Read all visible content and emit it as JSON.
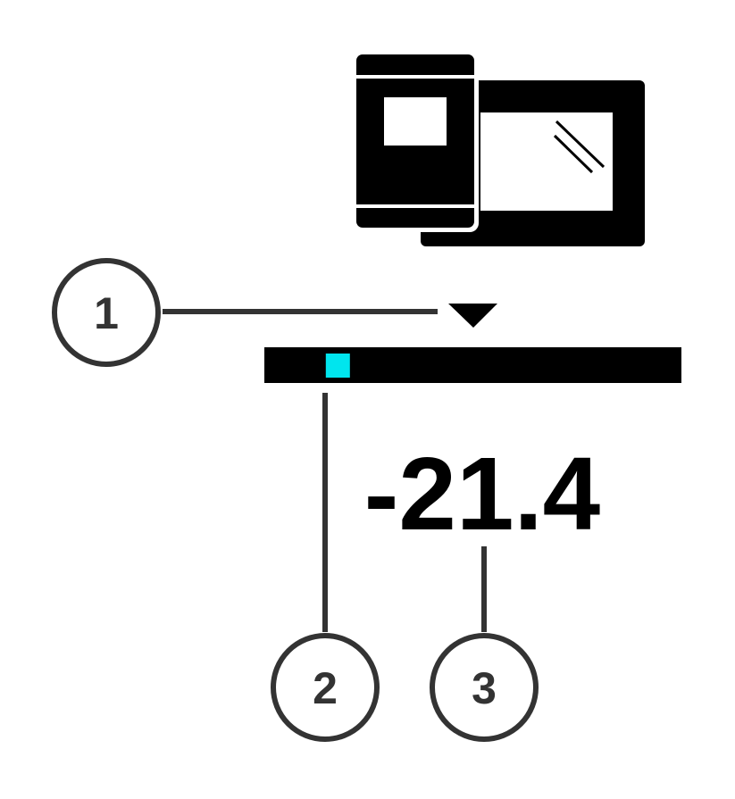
{
  "colors": {
    "ink": "#000000",
    "line": "#333333",
    "background": "#ffffff",
    "marker": "#00e5ee"
  },
  "icons": {
    "device": "portable-device-with-tablet-icon",
    "pointer": "triangle-down-icon"
  },
  "scale": {
    "marker_position_fraction": 0.15
  },
  "readout": {
    "value": "-21.4"
  },
  "callouts": [
    {
      "label": "1"
    },
    {
      "label": "2"
    },
    {
      "label": "3"
    }
  ]
}
